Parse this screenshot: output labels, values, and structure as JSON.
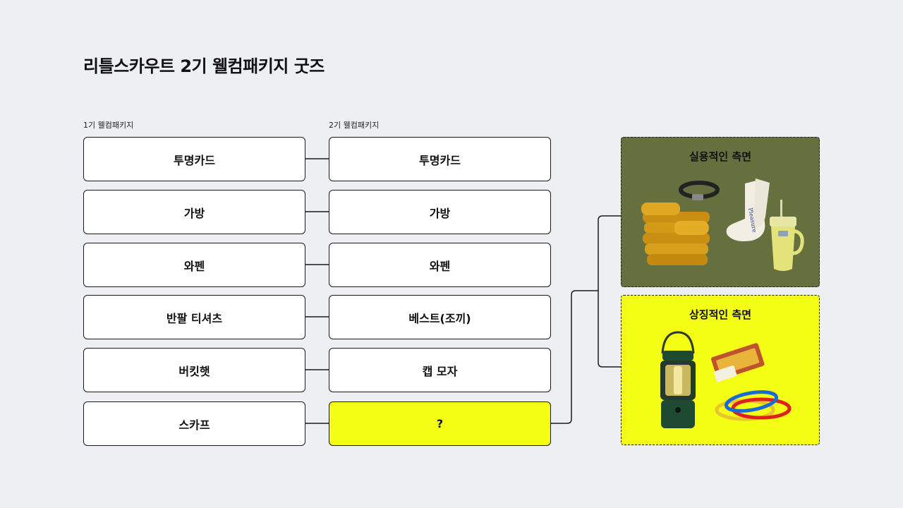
{
  "title": "리틀스카우트 2기 웰컴패키지 굿즈",
  "columns": {
    "first": {
      "label": "1기 웰컴패키지",
      "items": [
        "투명카드",
        "가방",
        "와펜",
        "반팔 티셔츠",
        "버킷햇",
        "스카프"
      ]
    },
    "second": {
      "label": "2기 웰컴패키지",
      "items": [
        "투명카드",
        "가방",
        "와펜",
        "베스트(조끼)",
        "캡 모자",
        "?"
      ]
    }
  },
  "panels": {
    "practical": {
      "title": "실용적인 측면",
      "color": "#66703f",
      "items": [
        "towel-image",
        "paracord-bracelet-image",
        "socks-image",
        "tumbler-image"
      ]
    },
    "symbolic": {
      "title": "상징적인 측면",
      "color": "#f4fd14",
      "items": [
        "lantern-image",
        "matchbox-image",
        "wristband-image"
      ]
    }
  },
  "highlight_color": "#f4fd14"
}
